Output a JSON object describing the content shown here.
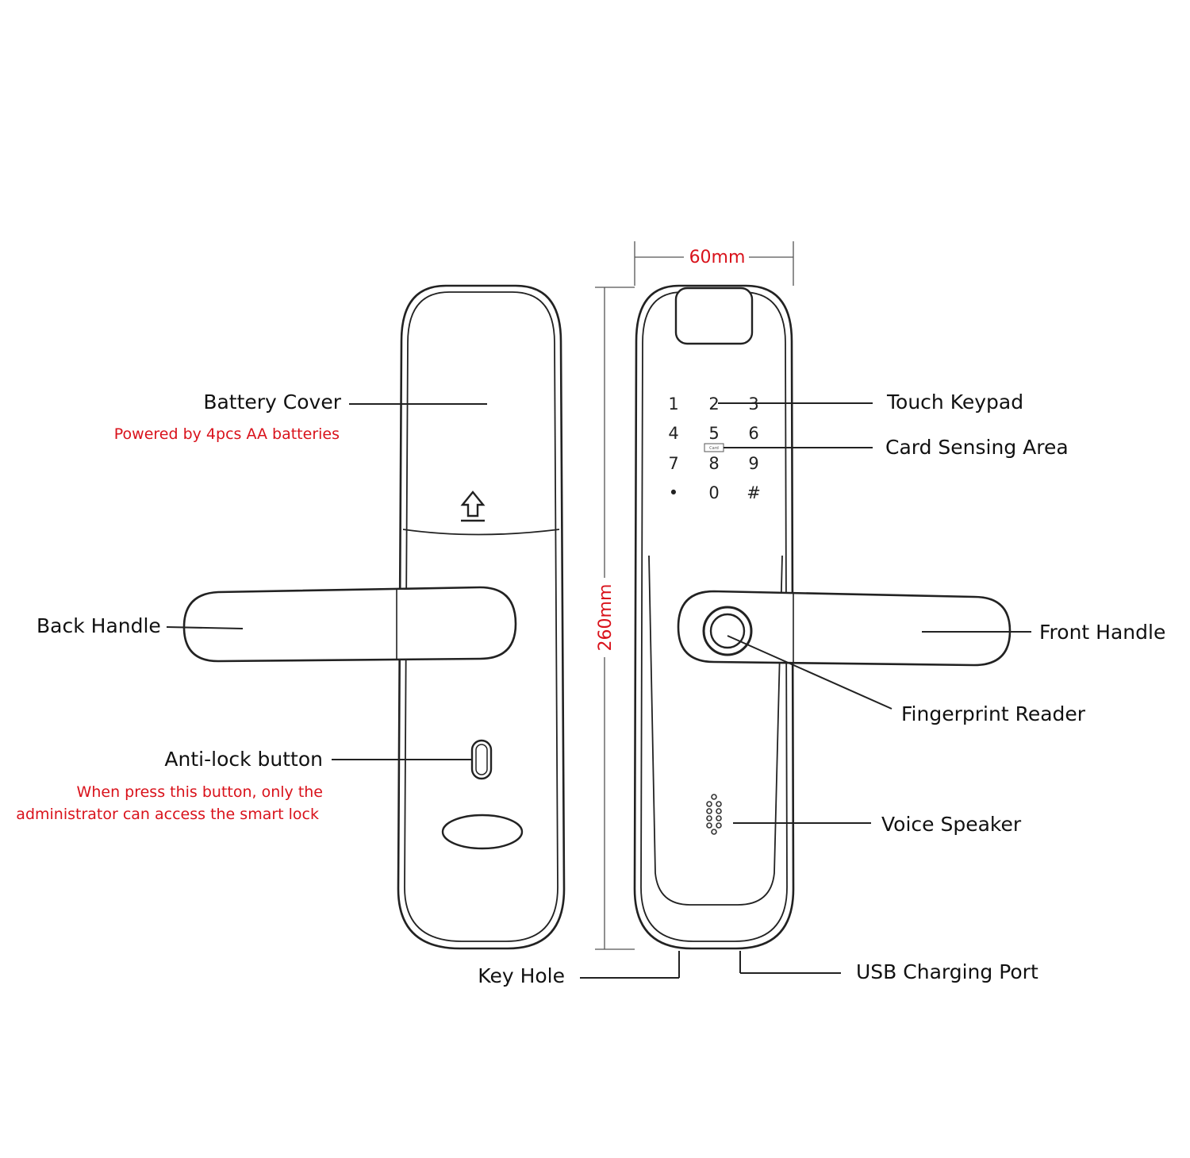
{
  "dimensions": {
    "width": "60mm",
    "height": "260mm"
  },
  "labels": {
    "battery_cover": "Battery Cover",
    "battery_note": "Powered by 4pcs AA batteries",
    "back_handle": "Back Handle",
    "anti_lock_button": "Anti-lock button",
    "anti_lock_note_line1": "When press this button, only the",
    "anti_lock_note_line2": "administrator can access the smart lock",
    "touch_keypad": "Touch Keypad",
    "card_sensing_area": "Card Sensing Area",
    "front_handle": "Front Handle",
    "fingerprint_reader": "Fingerprint Reader",
    "voice_speaker": "Voice Speaker",
    "key_hole": "Key Hole",
    "usb_charging_port": "USB Charging Port"
  },
  "keypad": {
    "keys": [
      "1",
      "2",
      "3",
      "4",
      "5",
      "6",
      "7",
      "8",
      "9",
      "•",
      "0",
      "#"
    ],
    "card_mark": "Card"
  },
  "colors": {
    "line": "#222222",
    "note_red": "#d9121b",
    "background": "#ffffff"
  },
  "icons": {
    "battery_release": "upload-arrow-icon",
    "speaker": "speaker-dots-icon",
    "fingerprint": "fingerprint-sensor-icon"
  }
}
